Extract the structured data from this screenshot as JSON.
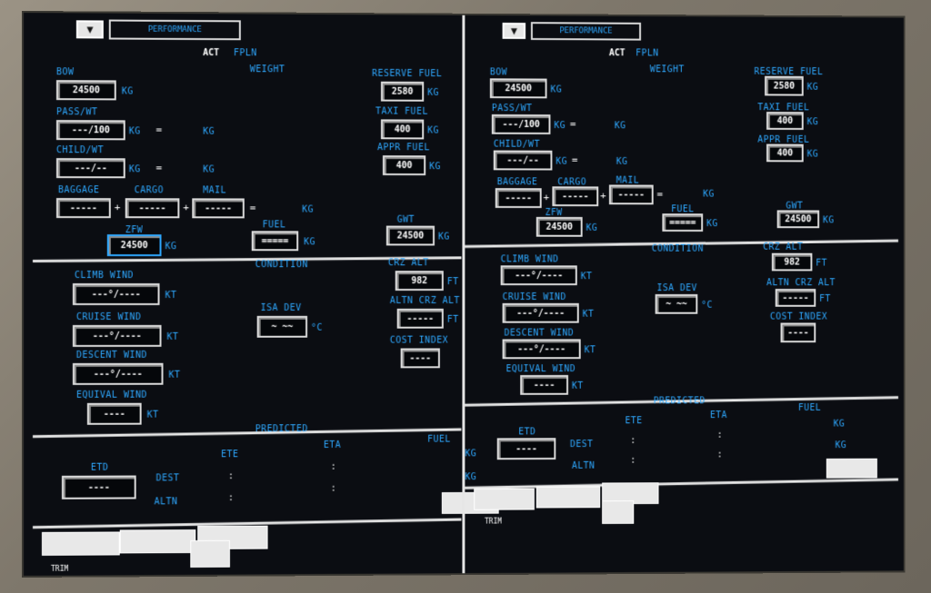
{
  "header": {
    "title": "PERFORMANCE",
    "menu_icon": "triangle-down-icon"
  },
  "tabs": [
    {
      "label": "ACT"
    },
    {
      "label": "FPLN"
    }
  ],
  "weight": {
    "section_label": "WEIGHT",
    "bow": {
      "label": "BOW",
      "value": "24500",
      "unit": "KG"
    },
    "pass": {
      "label": "PASS/WT",
      "value": "---/100",
      "unit": "KG",
      "eq": "=",
      "result_unit": "KG"
    },
    "child": {
      "label": "CHILD/WT",
      "value": "---/--",
      "unit": "KG",
      "eq": "=",
      "result_unit": "KG"
    },
    "baggage": {
      "label": "BAGGAGE",
      "value": "-----"
    },
    "cargo": {
      "label": "CARGO",
      "value": "-----"
    },
    "mail": {
      "label": "MAIL",
      "value": "-----"
    },
    "plus": "+",
    "eq": "=",
    "sum_unit": "KG",
    "zfw": {
      "label": "ZFW",
      "value": "24500",
      "unit": "KG"
    },
    "fuel": {
      "label": "FUEL",
      "value": "=====",
      "unit": "KG"
    },
    "gwt": {
      "label": "GWT",
      "value": "24500",
      "unit": "KG"
    },
    "reserve_fuel": {
      "label": "RESERVE FUEL",
      "value": "2580",
      "unit": "KG"
    },
    "taxi_fuel": {
      "label": "TAXI FUEL",
      "value": "400",
      "unit": "KG"
    },
    "appr_fuel": {
      "label": "APPR FUEL",
      "value": "400",
      "unit": "KG"
    }
  },
  "condition": {
    "section_label": "CONDITION",
    "climb_wind": {
      "label": "CLIMB WIND",
      "value": "---°/----",
      "unit": "KT"
    },
    "cruise_wind": {
      "label": "CRUISE WIND",
      "value": "---°/----",
      "unit": "KT"
    },
    "descent_wind": {
      "label": "DESCENT WIND",
      "value": "---°/----",
      "unit": "KT"
    },
    "equival_wind": {
      "label": "EQUIVAL WIND",
      "value": "----",
      "unit": "KT"
    },
    "isa_dev": {
      "label": "ISA DEV",
      "value": "~ ~~",
      "unit": "°C"
    },
    "crz_alt": {
      "label": "CRZ ALT",
      "value": "982",
      "unit": "FT"
    },
    "altn_crz_alt": {
      "label": "ALTN CRZ ALT",
      "value": "-----",
      "unit": "FT"
    },
    "cost_index": {
      "label": "COST INDEX",
      "value": "----"
    }
  },
  "predicted": {
    "section_label": "PREDICTED",
    "etd": {
      "label": "ETD",
      "value": "----"
    },
    "col_ete": "ETE",
    "col_eta": "ETA",
    "col_fuel": "FUEL",
    "dest": {
      "label": "DEST",
      "ete": ":",
      "eta": ":",
      "unit": "KG"
    },
    "altn": {
      "label": "ALTN",
      "ete": ":",
      "eta": ":",
      "unit": "KG"
    }
  },
  "footer": {
    "trim_label": "TRIM"
  }
}
